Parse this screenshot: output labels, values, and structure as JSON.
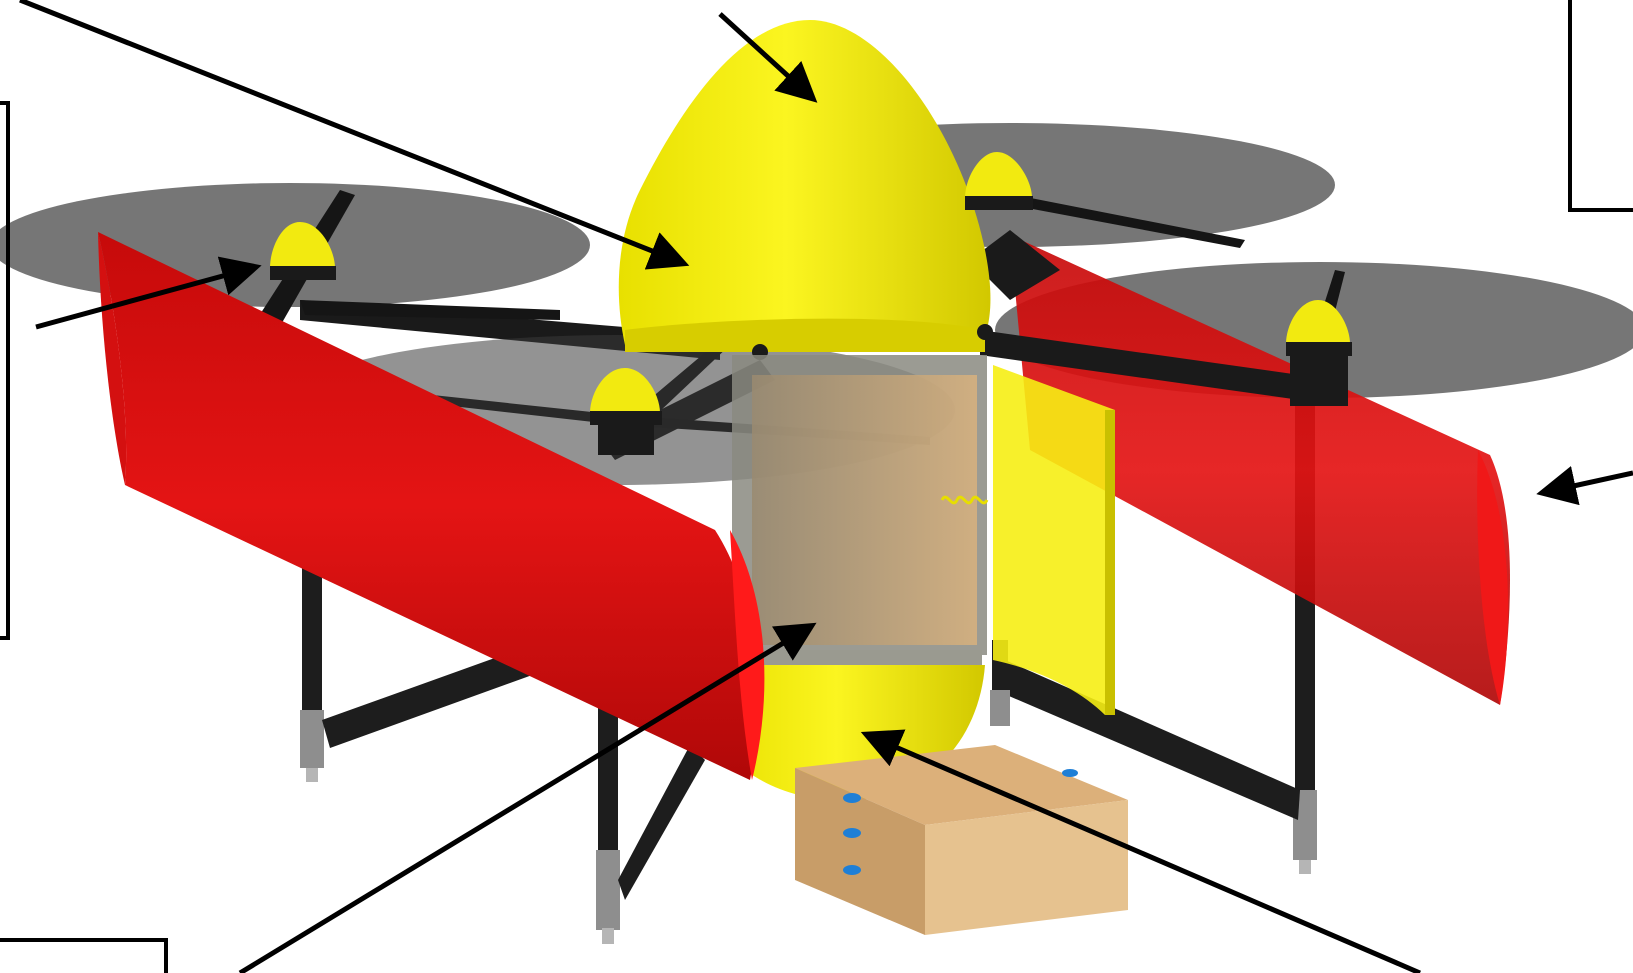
{
  "figure": {
    "subject": "drone-with-yellow-payload-pod-and-red-wings",
    "colors": {
      "background": "#ffffff",
      "pod_yellow": "#f3ee12",
      "pod_shade": "#d9d000",
      "wing_red": "#e01010",
      "wing_dark": "#9a0606",
      "rotor_disc": "#5a5a5a",
      "arm_black": "#1a1a1a",
      "leg_grey": "#8a8a8a",
      "box_tan": "#e4bb86",
      "box_side": "#c99e68",
      "clip_blue": "#1f7fd6",
      "frame_line": "#000000"
    },
    "callouts": [
      {
        "id": "leader-top-left-long",
        "target": "pod-upper-left"
      },
      {
        "id": "leader-top-nose",
        "target": "pod-nose"
      },
      {
        "id": "leader-left-motor",
        "target": "left-motor-pod"
      },
      {
        "id": "leader-right-wing",
        "target": "right-wing-tip"
      },
      {
        "id": "leader-bottom-left",
        "target": "cargo-bay"
      },
      {
        "id": "leader-bottom-right",
        "target": "pod-lower-shell"
      }
    ],
    "label_boxes": [
      {
        "id": "box-top-right",
        "text": ""
      },
      {
        "id": "box-left",
        "text": ""
      },
      {
        "id": "box-bottom-left",
        "text": ""
      }
    ]
  }
}
